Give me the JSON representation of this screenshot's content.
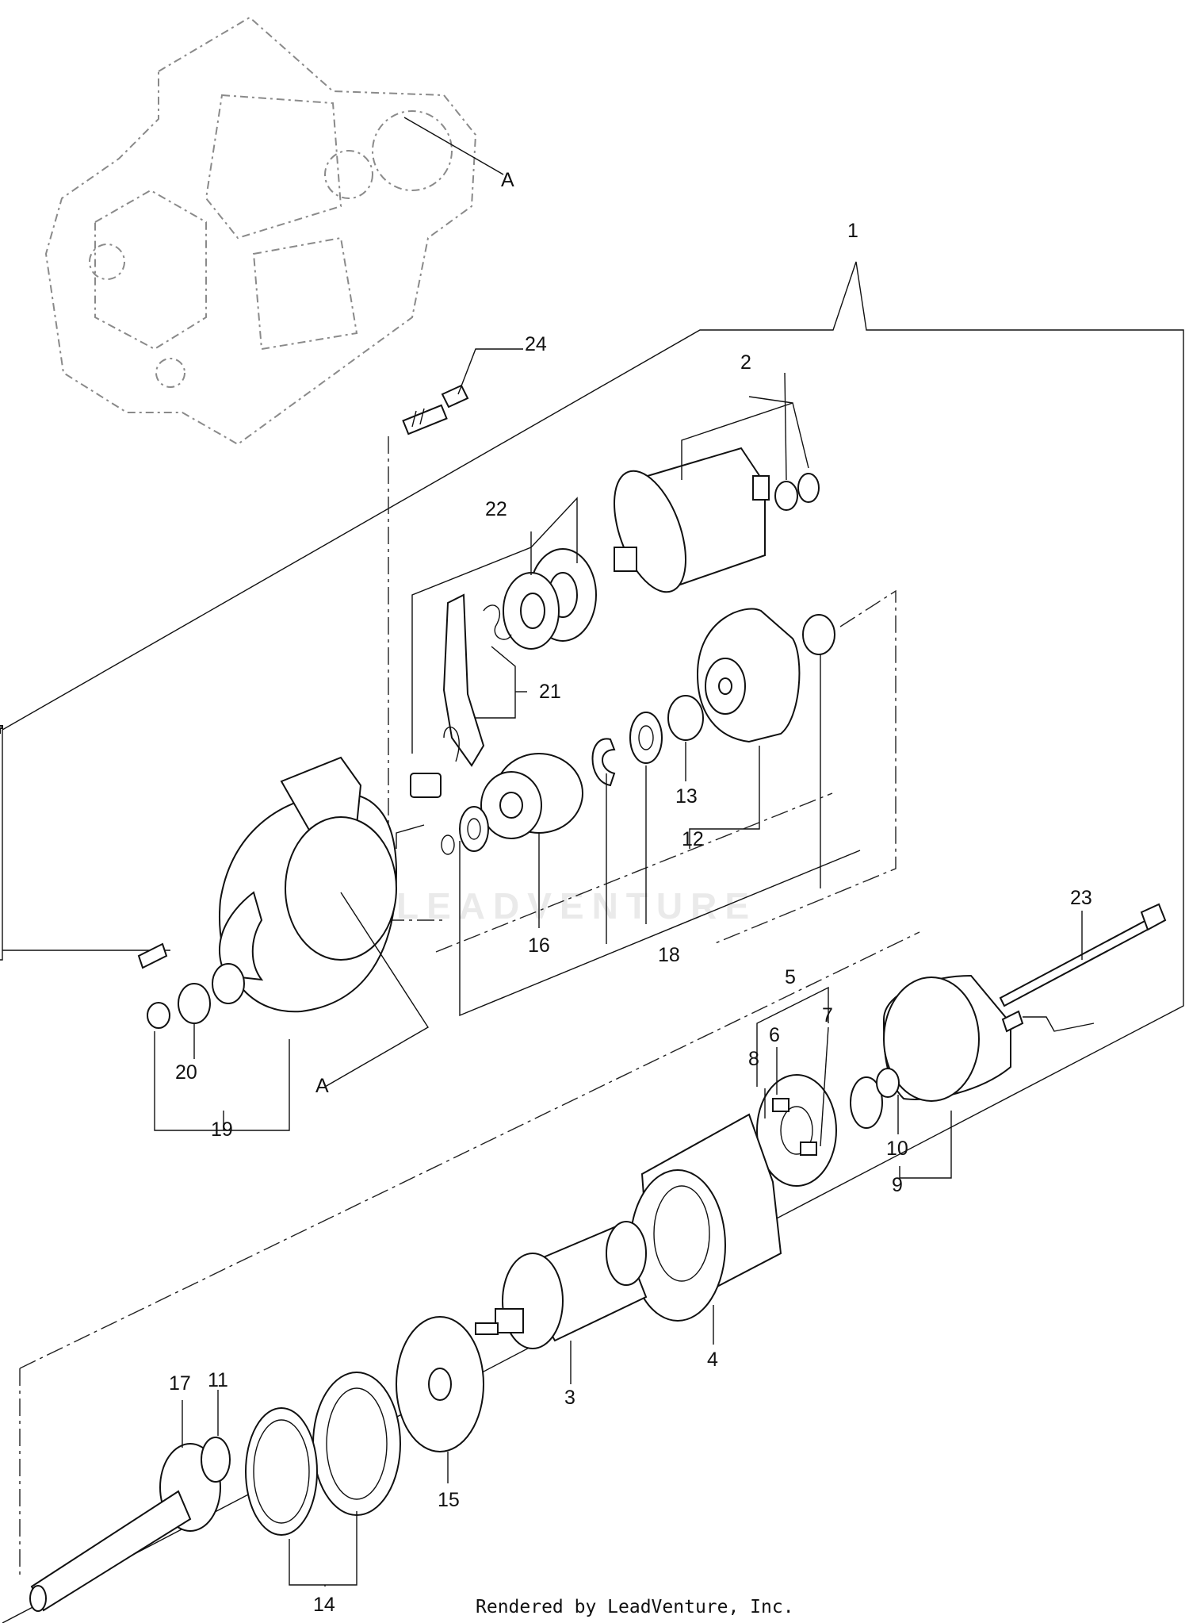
{
  "footer": "Rendered by LeadVenture, Inc.",
  "watermark": "LEADVENTURE",
  "callouts": [
    {
      "id": "c1",
      "text": "1"
    },
    {
      "id": "c2",
      "text": "2"
    },
    {
      "id": "c3",
      "text": "3"
    },
    {
      "id": "c4",
      "text": "4"
    },
    {
      "id": "c5",
      "text": "5"
    },
    {
      "id": "c6",
      "text": "6"
    },
    {
      "id": "c7",
      "text": "7"
    },
    {
      "id": "c8",
      "text": "8"
    },
    {
      "id": "c9",
      "text": "9"
    },
    {
      "id": "c10",
      "text": "10"
    },
    {
      "id": "c11",
      "text": "11"
    },
    {
      "id": "c12",
      "text": "12"
    },
    {
      "id": "c13",
      "text": "13"
    },
    {
      "id": "c14",
      "text": "14"
    },
    {
      "id": "c15",
      "text": "15"
    },
    {
      "id": "c16",
      "text": "16"
    },
    {
      "id": "c17",
      "text": "17"
    },
    {
      "id": "c18",
      "text": "18"
    },
    {
      "id": "c19",
      "text": "19"
    },
    {
      "id": "c20",
      "text": "20"
    },
    {
      "id": "c21",
      "text": "21"
    },
    {
      "id": "c22",
      "text": "22"
    },
    {
      "id": "c23",
      "text": "23"
    },
    {
      "id": "c24",
      "text": "24"
    },
    {
      "id": "cA1",
      "text": "A"
    },
    {
      "id": "cA2",
      "text": "A"
    }
  ]
}
